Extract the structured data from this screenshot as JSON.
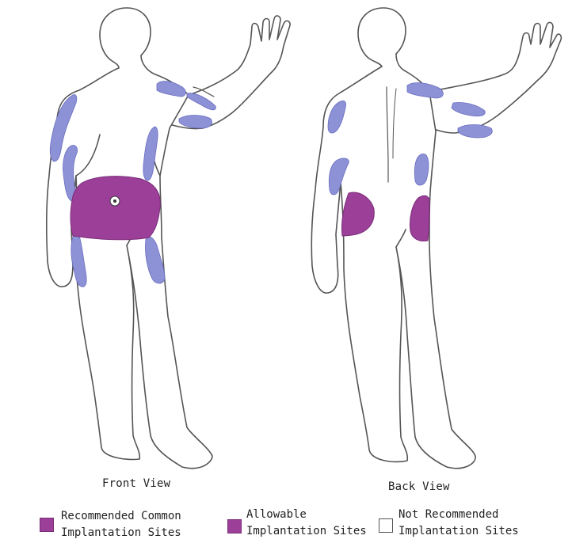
{
  "views": {
    "front_label": "Front View",
    "back_label": "Back View"
  },
  "legend": {
    "recommended": {
      "line1": "Recommended Common",
      "line2": "Implantation Sites",
      "color": "#9b3f99"
    },
    "allowable": {
      "line1": "Allowable",
      "line2": "Implantation Sites",
      "color": "#8d91d6"
    },
    "not_recommended": {
      "line1": "Not Recommended",
      "line2": "Implantation Sites",
      "color": "#ffffff"
    }
  },
  "colors": {
    "outline": "#555555",
    "recommended": "#9b3f99",
    "allowable": "#8d91d6"
  }
}
